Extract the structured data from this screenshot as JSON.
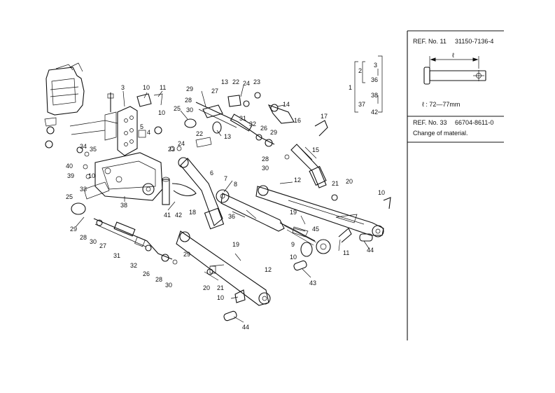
{
  "ref_panel": {
    "ref11_label": "REF. No. 11",
    "ref11_code": "31150-7136-4",
    "pin_dim_letter": "ℓ",
    "pin_length": "ℓ : 72—77mm",
    "ref33_label": "REF. No. 33",
    "ref33_code": "66704-8611-0",
    "ref33_note": "Change of material."
  },
  "bracket_group": {
    "outer": "1",
    "a": "2",
    "b": "3",
    "c": "36",
    "d": "38",
    "e": "37",
    "f": "42"
  },
  "callouts": [
    {
      "id": "c3a",
      "text": "3"
    },
    {
      "id": "c10a",
      "text": "10"
    },
    {
      "id": "c11a",
      "text": "11"
    },
    {
      "id": "c29a",
      "text": "29"
    },
    {
      "id": "c27a",
      "text": "27"
    },
    {
      "id": "c13a",
      "text": "13"
    },
    {
      "id": "c22a",
      "text": "22"
    },
    {
      "id": "c24a",
      "text": "24"
    },
    {
      "id": "c23a",
      "text": "23"
    },
    {
      "id": "c14",
      "text": "14"
    },
    {
      "id": "c28a",
      "text": "28"
    },
    {
      "id": "c30a",
      "text": "30"
    },
    {
      "id": "c25a",
      "text": "25"
    },
    {
      "id": "c10b",
      "text": "10"
    },
    {
      "id": "c5",
      "text": "5"
    },
    {
      "id": "c4",
      "text": "4"
    },
    {
      "id": "c13b",
      "text": "13"
    },
    {
      "id": "c22b",
      "text": "22"
    },
    {
      "id": "c31a",
      "text": "31"
    },
    {
      "id": "c32a",
      "text": "32"
    },
    {
      "id": "c26a",
      "text": "26"
    },
    {
      "id": "c29b",
      "text": "29"
    },
    {
      "id": "c16",
      "text": "16"
    },
    {
      "id": "c17",
      "text": "17"
    },
    {
      "id": "c28b",
      "text": "28"
    },
    {
      "id": "c30b",
      "text": "30"
    },
    {
      "id": "c15",
      "text": "15"
    },
    {
      "id": "c34",
      "text": "34"
    },
    {
      "id": "c35",
      "text": "35"
    },
    {
      "id": "c23b",
      "text": "23"
    },
    {
      "id": "c24b",
      "text": "24"
    },
    {
      "id": "c40",
      "text": "40"
    },
    {
      "id": "c39",
      "text": "39"
    },
    {
      "id": "c10c",
      "text": "10"
    },
    {
      "id": "c33",
      "text": "33"
    },
    {
      "id": "c6",
      "text": "6"
    },
    {
      "id": "c7",
      "text": "7"
    },
    {
      "id": "c8",
      "text": "8"
    },
    {
      "id": "c12a",
      "text": "12"
    },
    {
      "id": "c21a",
      "text": "21"
    },
    {
      "id": "c20a",
      "text": "20"
    },
    {
      "id": "c10d",
      "text": "10"
    },
    {
      "id": "c25b",
      "text": "25"
    },
    {
      "id": "c38",
      "text": "38"
    },
    {
      "id": "c41",
      "text": "41"
    },
    {
      "id": "c42",
      "text": "42"
    },
    {
      "id": "c18",
      "text": "18"
    },
    {
      "id": "c36",
      "text": "36"
    },
    {
      "id": "c19a",
      "text": "19"
    },
    {
      "id": "c45",
      "text": "45"
    },
    {
      "id": "c29c",
      "text": "29"
    },
    {
      "id": "c28c",
      "text": "28"
    },
    {
      "id": "c30c",
      "text": "30"
    },
    {
      "id": "c27b",
      "text": "27"
    },
    {
      "id": "c9",
      "text": "9"
    },
    {
      "id": "c11b",
      "text": "11"
    },
    {
      "id": "c44a",
      "text": "44"
    },
    {
      "id": "c19b",
      "text": "19"
    },
    {
      "id": "c31b",
      "text": "31"
    },
    {
      "id": "c32b",
      "text": "32"
    },
    {
      "id": "c26b",
      "text": "26"
    },
    {
      "id": "c29d",
      "text": "29"
    },
    {
      "id": "c10e",
      "text": "10"
    },
    {
      "id": "c28d",
      "text": "28"
    },
    {
      "id": "c30d",
      "text": "30"
    },
    {
      "id": "c43",
      "text": "43"
    },
    {
      "id": "c12b",
      "text": "12"
    },
    {
      "id": "c20b",
      "text": "20"
    },
    {
      "id": "c21b",
      "text": "21"
    },
    {
      "id": "c10f",
      "text": "10"
    },
    {
      "id": "c44b",
      "text": "44"
    }
  ]
}
